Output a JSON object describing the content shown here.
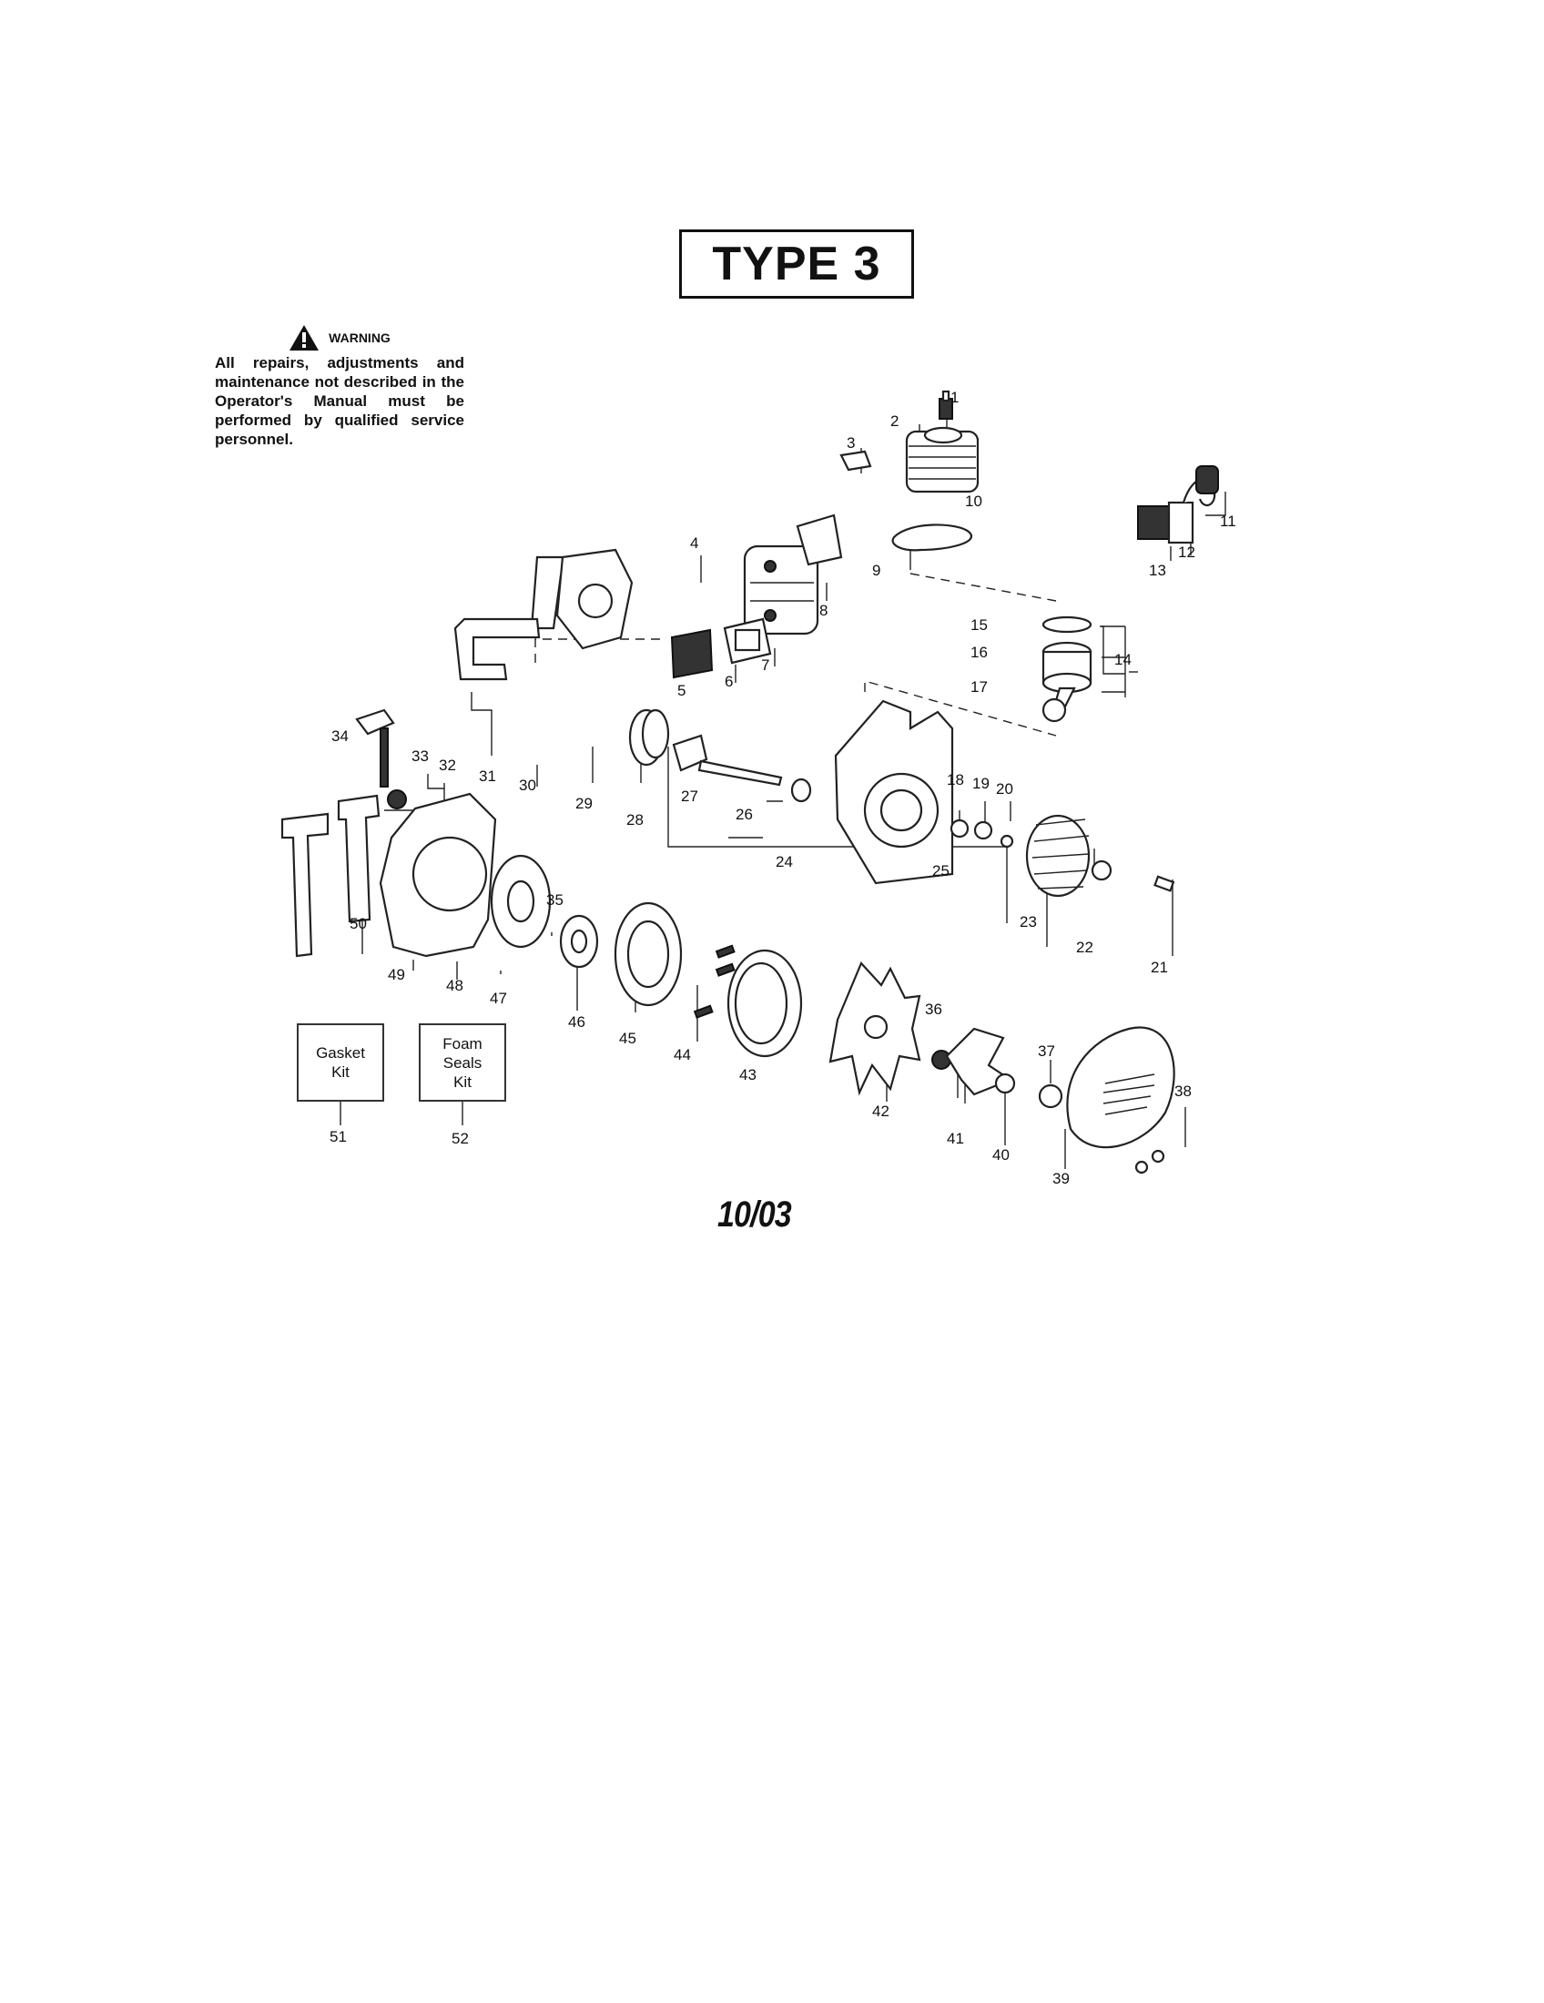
{
  "header": {
    "title": "TYPE 3"
  },
  "warning": {
    "heading": "WARNING",
    "text": "All repairs, adjustments and maintenance not described in the Operator's Manual must be performed by qualified service personnel."
  },
  "kits": [
    {
      "id": "51",
      "label": "Gasket\nKit"
    },
    {
      "id": "52",
      "label": "Foam\nSeals\nKit"
    }
  ],
  "footer": {
    "date": "10/03"
  },
  "callouts": [
    "1",
    "2",
    "3",
    "4",
    "5",
    "6",
    "7",
    "8",
    "9",
    "10",
    "11",
    "12",
    "13",
    "14",
    "15",
    "16",
    "17",
    "18",
    "19",
    "20",
    "21",
    "22",
    "23",
    "24",
    "25",
    "26",
    "27",
    "28",
    "29",
    "30",
    "31",
    "32",
    "33",
    "34",
    "35",
    "36",
    "37",
    "38",
    "39",
    "40",
    "41",
    "42",
    "43",
    "44",
    "45",
    "46",
    "47",
    "48",
    "49",
    "50",
    "51",
    "52"
  ]
}
